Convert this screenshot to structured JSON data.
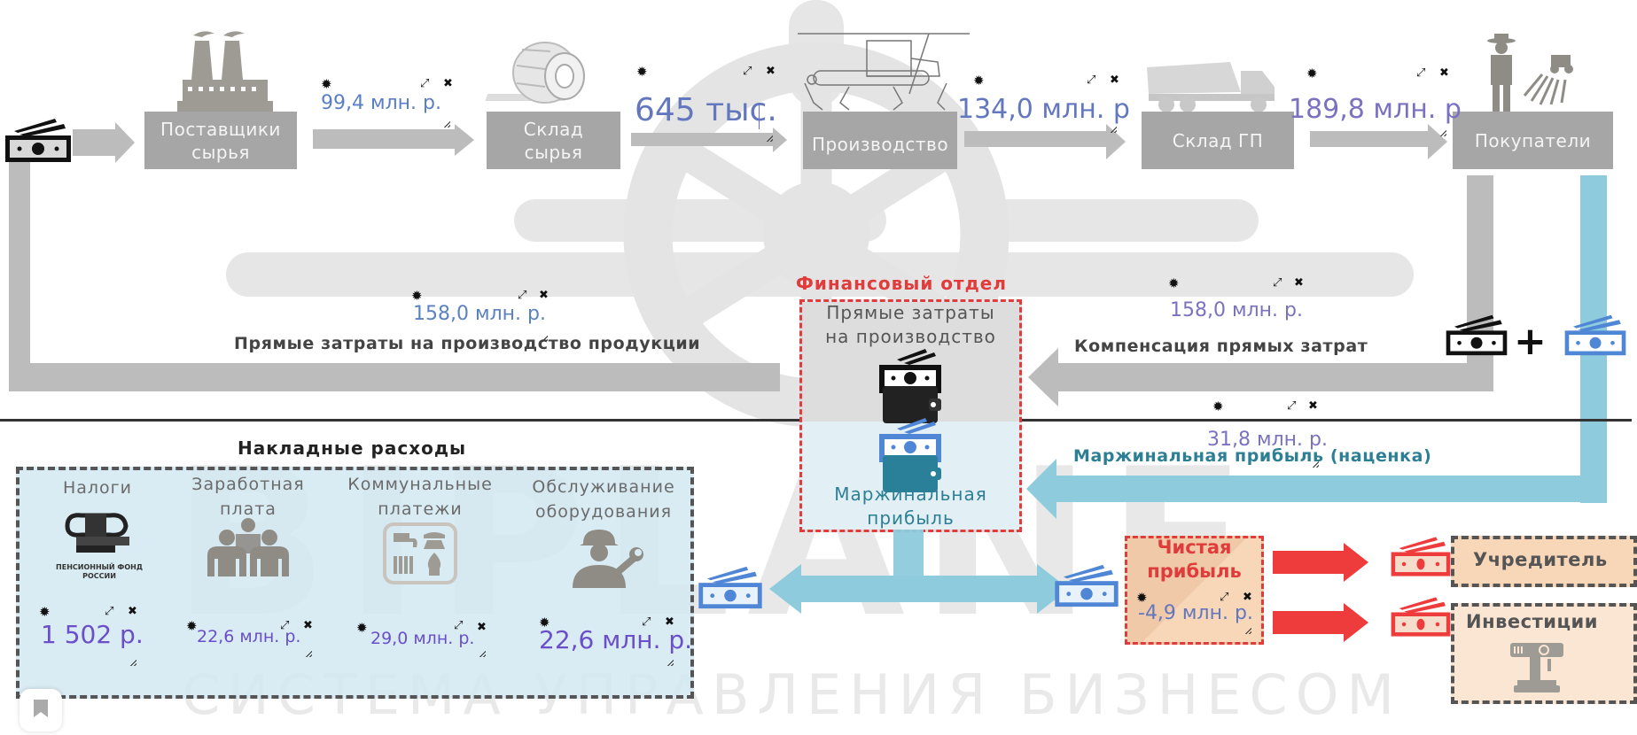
{
  "watermark": {
    "brand": "BIPLANE",
    "tagline": "СИСТЕМА УПРАВЛЕНИЯ БИЗНЕСОМ"
  },
  "top_flow": {
    "nodes": [
      {
        "id": "suppliers",
        "label_line1": "Поставщики",
        "label_line2": "сырья",
        "icon": "factory-icon"
      },
      {
        "id": "raw-warehouse",
        "label_line1": "Склад",
        "label_line2": "сырья",
        "icon": "steel-coil-icon"
      },
      {
        "id": "production",
        "label_line1": "Производство",
        "label_line2": "",
        "icon": "assembly-line-icon"
      },
      {
        "id": "fg-warehouse",
        "label_line1": "Склад ГП",
        "label_line2": "",
        "icon": "dump-truck-icon"
      },
      {
        "id": "buyers",
        "label_line1": "Покупатели",
        "label_line2": "",
        "icon": "farmer-icon"
      }
    ],
    "flows": [
      {
        "from": "suppliers",
        "to": "raw-warehouse",
        "value": "99,4 млн. р."
      },
      {
        "from": "raw-warehouse",
        "to": "production",
        "value": "645 тыс."
      },
      {
        "from": "production",
        "to": "fg-warehouse",
        "value": "134,0 млн. р"
      },
      {
        "from": "fg-warehouse",
        "to": "buyers",
        "value": "189,8 млн. р"
      }
    ]
  },
  "direct_costs": {
    "value": "158,0 млн. р.",
    "label": "Прямые затраты на производство продукции"
  },
  "compensation": {
    "value": "158,0 млн. р.",
    "label": "Компенсация прямых затрат"
  },
  "margin_flow": {
    "value": "31,8 млн. р.",
    "label": "Маржинальная прибыль (наценка)"
  },
  "finance_dept": {
    "title": "Финансовый отдел",
    "direct_line1": "Прямые затраты",
    "direct_line2": "на производство",
    "margin_line1": "Маржинальная",
    "margin_line2": "прибыль"
  },
  "overheads": {
    "title": "Накладные расходы",
    "items": [
      {
        "label_line1": "Налоги",
        "label_line2": "",
        "icon": "pension-fund-logo-icon",
        "logo_text1": "ПЕНСИОННЫЙ ФОНД",
        "logo_text2": "РОССИИ",
        "value": "1 502 р."
      },
      {
        "label_line1": "Заработная",
        "label_line2": "плата",
        "icon": "people-icon",
        "value": "22,6 млн. р."
      },
      {
        "label_line1": "Коммунальные",
        "label_line2": "платежи",
        "icon": "utilities-icon",
        "value": "29,0 млн. р."
      },
      {
        "label_line1": "Обслуживание",
        "label_line2": "оборудования",
        "icon": "engineer-icon",
        "value": "22,6 млн. р."
      }
    ]
  },
  "net_profit": {
    "line1": "Чистая",
    "line2": "прибыль",
    "value": "-4,9 млн. р."
  },
  "destinations": {
    "founder": "Учредитель",
    "investments": "Инвестиции"
  },
  "colors": {
    "node_gray": "#a6a6a6",
    "flow_gray": "#bcbcbc",
    "flow_blue": "#8ecbdc",
    "value_blue": "#5b7fc4",
    "value_purple": "#6a4fc9",
    "finance_red": "#e03c3c",
    "margin_teal": "#2d7f95",
    "overhead_bg": "#d8ebf2",
    "profit_bg": "#f8d6b8"
  }
}
